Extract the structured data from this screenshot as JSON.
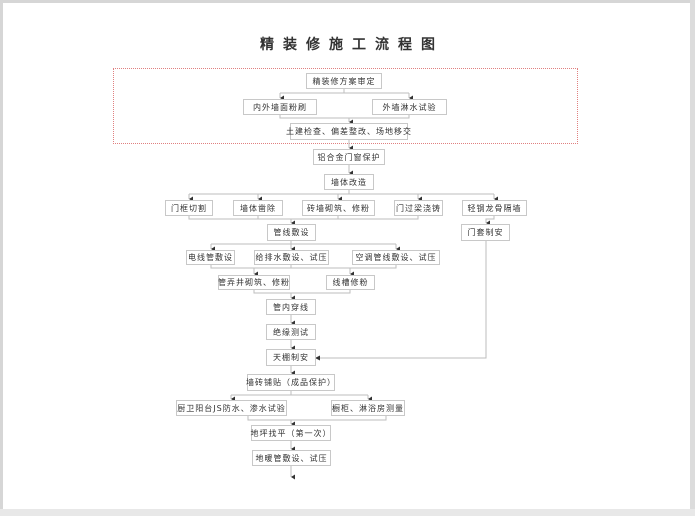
{
  "diagram": {
    "title": "精装修施工流程图",
    "group_color": "#e08080",
    "line_color": "#bdbdbd",
    "arrow_color": "#333333",
    "nodes": {
      "n1": "精装修方案审定",
      "n2a": "内外墙面粉刷",
      "n2b": "外墙淋水试验",
      "n3": "土建检查、偏差整改、场地移交",
      "n4": "铝合金门窗保护",
      "n5": "墙体改造",
      "n6a": "门框切割",
      "n6b": "墙体凿除",
      "n6c": "砖墙砌筑、修粉",
      "n6d": "门过梁浇铸",
      "n6e": "轻钢龙骨隔墙",
      "n7a": "管线敷设",
      "n7b": "门套制安",
      "n8a": "电线管敷设",
      "n8b": "给排水敷设、试压",
      "n8c": "空调管线敷设、试压",
      "n9a": "管弄井砌筑、修粉",
      "n9b": "线槽修粉",
      "n10": "管内穿线",
      "n11": "绝缘测试",
      "n12": "天棚制安",
      "n13": "墙砖铺贴（成品保护）",
      "n14a": "厨卫阳台JS防水、渗水试验",
      "n14b": "橱柜、淋浴房测量",
      "n15": "地坪找平（第一次）",
      "n16": "地暖管敷设、试压"
    },
    "edges": [
      [
        "n1",
        "n2a"
      ],
      [
        "n1",
        "n2b"
      ],
      [
        "n2a",
        "n3"
      ],
      [
        "n2b",
        "n3"
      ],
      [
        "n3",
        "n4"
      ],
      [
        "n4",
        "n5"
      ],
      [
        "n5",
        "n6a"
      ],
      [
        "n5",
        "n6b"
      ],
      [
        "n5",
        "n6c"
      ],
      [
        "n5",
        "n6d"
      ],
      [
        "n5",
        "n6e"
      ],
      [
        "n6a",
        "n7a"
      ],
      [
        "n6b",
        "n7a"
      ],
      [
        "n6c",
        "n7a"
      ],
      [
        "n6d",
        "n7a"
      ],
      [
        "n6e",
        "n7b"
      ],
      [
        "n7a",
        "n8a"
      ],
      [
        "n7a",
        "n8b"
      ],
      [
        "n7a",
        "n8c"
      ],
      [
        "n8a",
        "n9a"
      ],
      [
        "n8b",
        "n9a"
      ],
      [
        "n8b",
        "n9b"
      ],
      [
        "n8c",
        "n9b"
      ],
      [
        "n9a",
        "n10"
      ],
      [
        "n9b",
        "n10"
      ],
      [
        "n10",
        "n11"
      ],
      [
        "n11",
        "n12"
      ],
      [
        "n7b",
        "n12"
      ],
      [
        "n12",
        "n13"
      ],
      [
        "n13",
        "n14a"
      ],
      [
        "n13",
        "n14b"
      ],
      [
        "n14a",
        "n15"
      ],
      [
        "n14b",
        "n15"
      ],
      [
        "n15",
        "n16"
      ]
    ]
  }
}
